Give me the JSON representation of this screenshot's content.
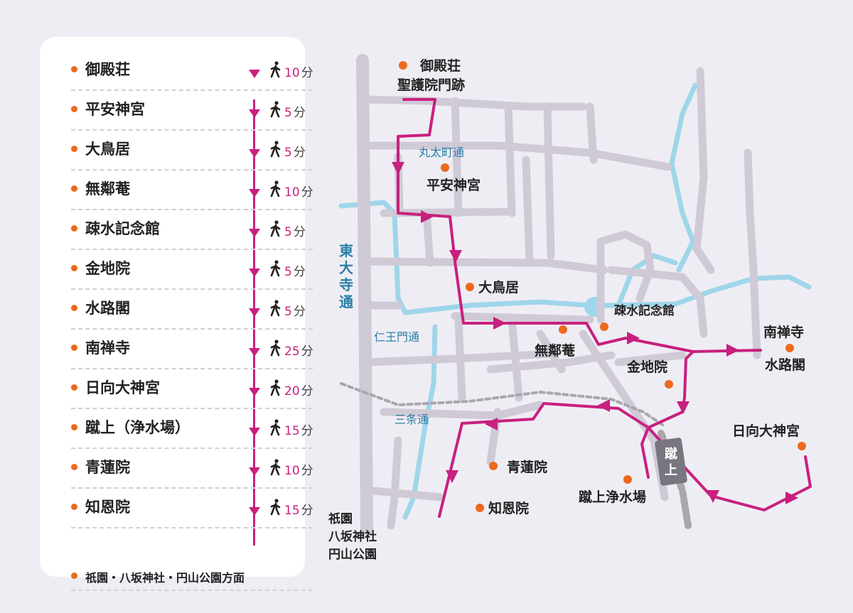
{
  "colors": {
    "route": "#c8207f",
    "river": "#9fd6ea",
    "road": "#cfcad6",
    "poi": "#ec6a1b",
    "street_label": "#2a7fa6",
    "rail": "#a9a7ad"
  },
  "legend": {
    "stops": [
      {
        "name": "御殿荘",
        "minutes": "10",
        "unit": "分"
      },
      {
        "name": "平安神宮",
        "minutes": "5",
        "unit": "分"
      },
      {
        "name": "大鳥居",
        "minutes": "5",
        "unit": "分"
      },
      {
        "name": "無鄰菴",
        "minutes": "10",
        "unit": "分"
      },
      {
        "name": "疎水記念館",
        "minutes": "5",
        "unit": "分"
      },
      {
        "name": "金地院",
        "minutes": "5",
        "unit": "分"
      },
      {
        "name": "水路閣",
        "minutes": "5",
        "unit": "分"
      },
      {
        "name": "南禅寺",
        "minutes": "25",
        "unit": "分"
      },
      {
        "name": "日向大神宮",
        "minutes": "20",
        "unit": "分"
      },
      {
        "name": "蹴上（浄水場）",
        "minutes": "15",
        "unit": "分"
      },
      {
        "name": "青蓮院",
        "minutes": "10",
        "unit": "分"
      },
      {
        "name": "知恩院",
        "minutes": "15",
        "unit": "分"
      }
    ],
    "destination": "祇園・八坂神社・円山公園方面",
    "walk_icon": "walking-person-icon"
  },
  "map": {
    "pois": {
      "gotenso_1": "御殿荘",
      "gotenso_2": "聖護院門跡",
      "heian": "平安神宮",
      "torii": "大鳥居",
      "murinan": "無鄰菴",
      "sosui": "疎水記念館",
      "nanzenji": "南禅寺",
      "suirokaku": "水路閣",
      "konchiin": "金地院",
      "himukai": "日向大神宮",
      "keage_plant": "蹴上浄水場",
      "shorenin": "青蓮院",
      "chionin": "知恩院",
      "gion_1": "祇園",
      "gion_2": "八坂神社",
      "gion_3": "円山公園"
    },
    "streets": {
      "marutamachi": "丸太町通",
      "higashioji": [
        "東",
        "大",
        "寺",
        "通"
      ],
      "niomon": "仁王門通",
      "sanjo": "三条通"
    },
    "station": [
      "蹴",
      "上"
    ]
  }
}
